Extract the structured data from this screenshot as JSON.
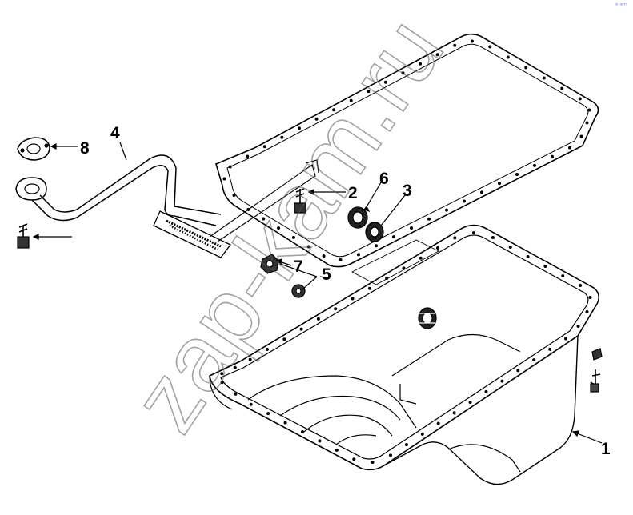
{
  "corner_mark": "ᵉ ᵃᵐ",
  "watermark": "zap-kam.ru",
  "callouts": {
    "c1": "1",
    "c2": "2",
    "c3": "3",
    "c4": "4",
    "c5": "5",
    "c6": "6",
    "c7": "7",
    "c8": "8"
  },
  "colors": {
    "line": "#000000",
    "watermark": "#555555",
    "corner": "#4a6ad8"
  }
}
